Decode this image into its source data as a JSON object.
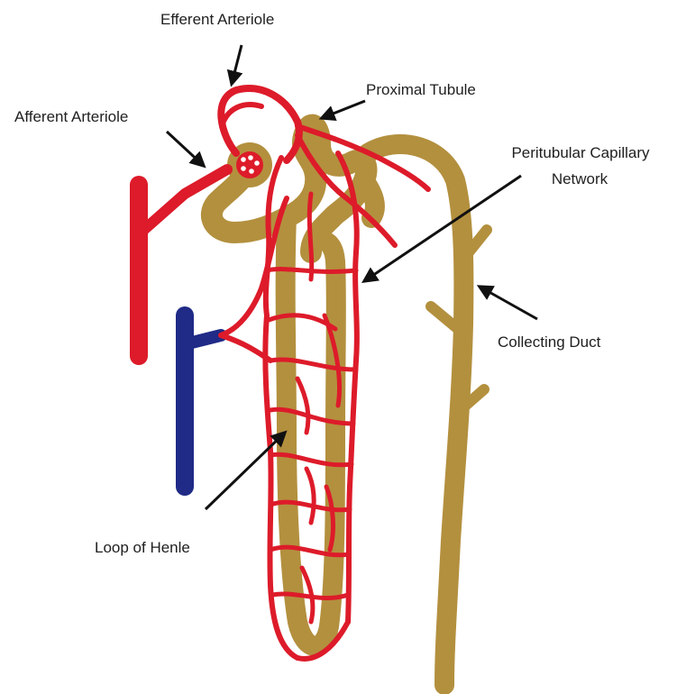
{
  "labels": {
    "efferent_arteriole": "Efferent Arteriole",
    "afferent_arteriole": "Afferent Arteriole",
    "proximal_tubule": "Proximal Tubule",
    "peritubular_line1": "Peritubular Capillary",
    "peritubular_line2": "Network",
    "collecting_duct": "Collecting Duct",
    "loop_of_henle": "Loop of Henle"
  },
  "colors": {
    "artery": "#dd1b2a",
    "vein": "#1f2b86",
    "tubule": "#b3903e",
    "text": "#1f1f1f"
  }
}
